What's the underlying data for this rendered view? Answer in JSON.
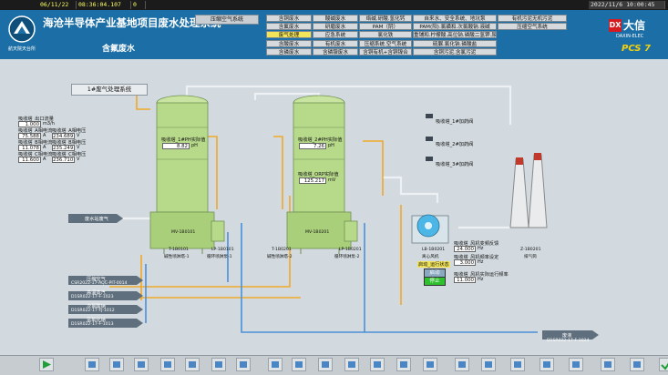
{
  "topbar": {
    "date": "06/11/22",
    "time": "08:36:04.107",
    "status": "0",
    "datetime": "2022/11/6 10:00:45"
  },
  "header": {
    "logo_text": "航天院天台所",
    "title": "海沧半导体产业基地项目废水处理系统",
    "subtitle": "含氟废水",
    "ctrl_button": "压缩空气系统",
    "nav": [
      [
        "含铜废水",
        "酸碱废水",
        "络碱.研酸.氢化钙",
        "自来水、安全系统、地坑泵",
        "有机污泥无机污泥"
      ],
      [
        "含氟废水",
        "研磨废水",
        "PAM（阴）",
        "PAM(阳).氯磺和.次氯酸钠.液碱",
        "压缩空气系统"
      ],
      [
        "废气处理",
        "应急系统",
        "氯化铁",
        "重铺和.柠檬酸.高位钠.磷酸二氢钾.尿素",
        ""
      ],
      [
        "含酸废水",
        "有机废水",
        "压缩系统.空气系统",
        "硫脲.氯化钠.磷酸盐",
        ""
      ],
      [
        "含磷废水",
        "含磷镍废水",
        "含铜有机+含铜镍合",
        "含铜污泥.含氯污泥",
        ""
      ]
    ],
    "active_nav": "废气处理",
    "brand": {
      "logo": "大信",
      "en": "DAXIN-ELEC",
      "pcs": "PCS 7"
    }
  },
  "panel_title": "1#废气处理系统",
  "readings": [
    {
      "label": "吸收塔_出口流量",
      "value": "1.000",
      "unit": "m3/h"
    },
    {
      "label": "吸收塔_A相电流",
      "value": "75.588",
      "unit": "A"
    },
    {
      "label": "吸收塔_A相电压",
      "value": "234.689",
      "unit": "V"
    },
    {
      "label": "吸收塔_B相电流",
      "value": "11.078",
      "unit": "A"
    },
    {
      "label": "吸收塔_B相电压",
      "value": "235.249",
      "unit": "V"
    },
    {
      "label": "吸收塔_C相电流",
      "value": "11.600",
      "unit": "A"
    },
    {
      "label": "吸收塔_C相电压",
      "value": "236.710",
      "unit": "V"
    }
  ],
  "tower1": {
    "ph_label": "吸收塔_1#PH实际值",
    "ph_value": "8.82",
    "ph_unit": "pH",
    "tag": "T-1B0101",
    "name": "碱性喷淋塔-1",
    "pump_tag": "LP-1B0101",
    "pump_name": "循环喷淋泵-1",
    "valve_tag": "MV-1B0101"
  },
  "tower2": {
    "ph_label": "吸收塔_2#PH实际值",
    "ph_value": "7.26",
    "ph_unit": "pH",
    "orp_label": "吸收塔_ORP实际值",
    "orp_value": "125.217",
    "orp_unit": "mV",
    "tag": "T-1B0201",
    "name": "碱性喷淋塔-2",
    "pump_tag": "LP-1B0201",
    "pump_name": "循环喷淋泵-2",
    "valve_tag": "MV-1B0201"
  },
  "inlet": "废水站废气",
  "inputs": [
    {
      "name": "压缩空气",
      "code": "CSR2022-17-AQC-PIT-0014"
    },
    {
      "name": "高温蒸汽",
      "code": "D1SR022-17-F-1023"
    },
    {
      "name": "次氯酸钠",
      "code": "D1SR022-17-FJ-1012"
    },
    {
      "name": "氢氧化钠",
      "code": "D1SR022-17-F-1013"
    }
  ],
  "outlet": {
    "name": "废液",
    "code": "D1SR022-17-F-1024"
  },
  "dosing": [
    "吸收塔_1#加药阀",
    "吸收塔_2#加药阀",
    "吸收塔_3#加药阀"
  ],
  "fan": {
    "tag": "LB-1B0201",
    "name": "离心风机",
    "freq_label": "吸收塔_风机变频反馈",
    "freq_value": "24.000",
    "freq_unit": "Hz",
    "set_label": "吸收塔_风机频率设定",
    "set_value": "3.000",
    "set_unit": "Hz",
    "fb_label": "吸收塔_风机实际运行频率",
    "fb_value": "11.000",
    "fb_unit": "Hz",
    "status_label": "启动_运行状态",
    "start": "启动",
    "stop": "停止"
  },
  "stack": {
    "tag": "Z-1B0201",
    "name": "排气筒"
  },
  "toolbar_icons": [
    "play-icon",
    "screen-icon",
    "alarm-icon",
    "report-icon",
    "trend-icon",
    "print-icon",
    "export-icon",
    "first-icon",
    "up-icon",
    "prev-icon",
    "next-icon",
    "down-icon",
    "last-icon",
    "refresh-icon",
    "back-icon",
    "forward-icon",
    "zoom-icon",
    "help-icon",
    "info-icon",
    "user-icon",
    "tools-icon",
    "logout-icon",
    "check-icon"
  ],
  "colors": {
    "header": "#1c6fa6",
    "tower": "#b7d98a",
    "pipe_gas": "#e6e9ec",
    "pipe_water": "#4a8fd6",
    "pipe_chem": "#f0a92a"
  }
}
